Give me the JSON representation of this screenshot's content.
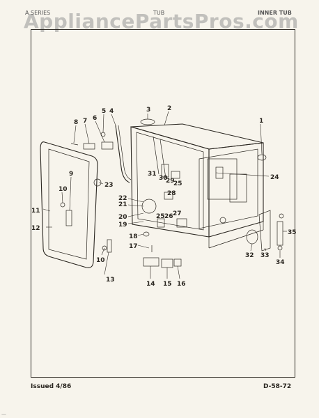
{
  "watermark": "AppliancePartsPros.com",
  "header": {
    "left": "A SERIES",
    "mid": "TUB",
    "right": "INNER TUB"
  },
  "footer": {
    "issued": "Issued 4/86",
    "code": "D-58-72"
  },
  "corner_mark": "—",
  "part_labels": [
    {
      "id": "p1",
      "text": "1"
    },
    {
      "id": "p2",
      "text": "2"
    },
    {
      "id": "p3",
      "text": "3"
    },
    {
      "id": "p4",
      "text": "4"
    },
    {
      "id": "p5",
      "text": "5"
    },
    {
      "id": "p6",
      "text": "6"
    },
    {
      "id": "p7",
      "text": "7"
    },
    {
      "id": "p8",
      "text": "8"
    },
    {
      "id": "p9",
      "text": "9"
    },
    {
      "id": "p10a",
      "text": "10"
    },
    {
      "id": "p10b",
      "text": "10"
    },
    {
      "id": "p11",
      "text": "11"
    },
    {
      "id": "p12",
      "text": "12"
    },
    {
      "id": "p13",
      "text": "13"
    },
    {
      "id": "p14",
      "text": "14"
    },
    {
      "id": "p15",
      "text": "15"
    },
    {
      "id": "p16",
      "text": "16"
    },
    {
      "id": "p17",
      "text": "17"
    },
    {
      "id": "p18",
      "text": "18"
    },
    {
      "id": "p19",
      "text": "19"
    },
    {
      "id": "p20",
      "text": "20"
    },
    {
      "id": "p21",
      "text": "21"
    },
    {
      "id": "p22",
      "text": "22"
    },
    {
      "id": "p23",
      "text": "23"
    },
    {
      "id": "p24",
      "text": "24"
    },
    {
      "id": "p25a",
      "text": "25"
    },
    {
      "id": "p25b",
      "text": "25"
    },
    {
      "id": "p26",
      "text": "26"
    },
    {
      "id": "p27",
      "text": "27"
    },
    {
      "id": "p28",
      "text": "28"
    },
    {
      "id": "p29",
      "text": "29"
    },
    {
      "id": "p30",
      "text": "30"
    },
    {
      "id": "p31",
      "text": "31"
    },
    {
      "id": "p32",
      "text": "32"
    },
    {
      "id": "p33",
      "text": "33"
    },
    {
      "id": "p34",
      "text": "34"
    },
    {
      "id": "p35",
      "text": "35"
    }
  ]
}
